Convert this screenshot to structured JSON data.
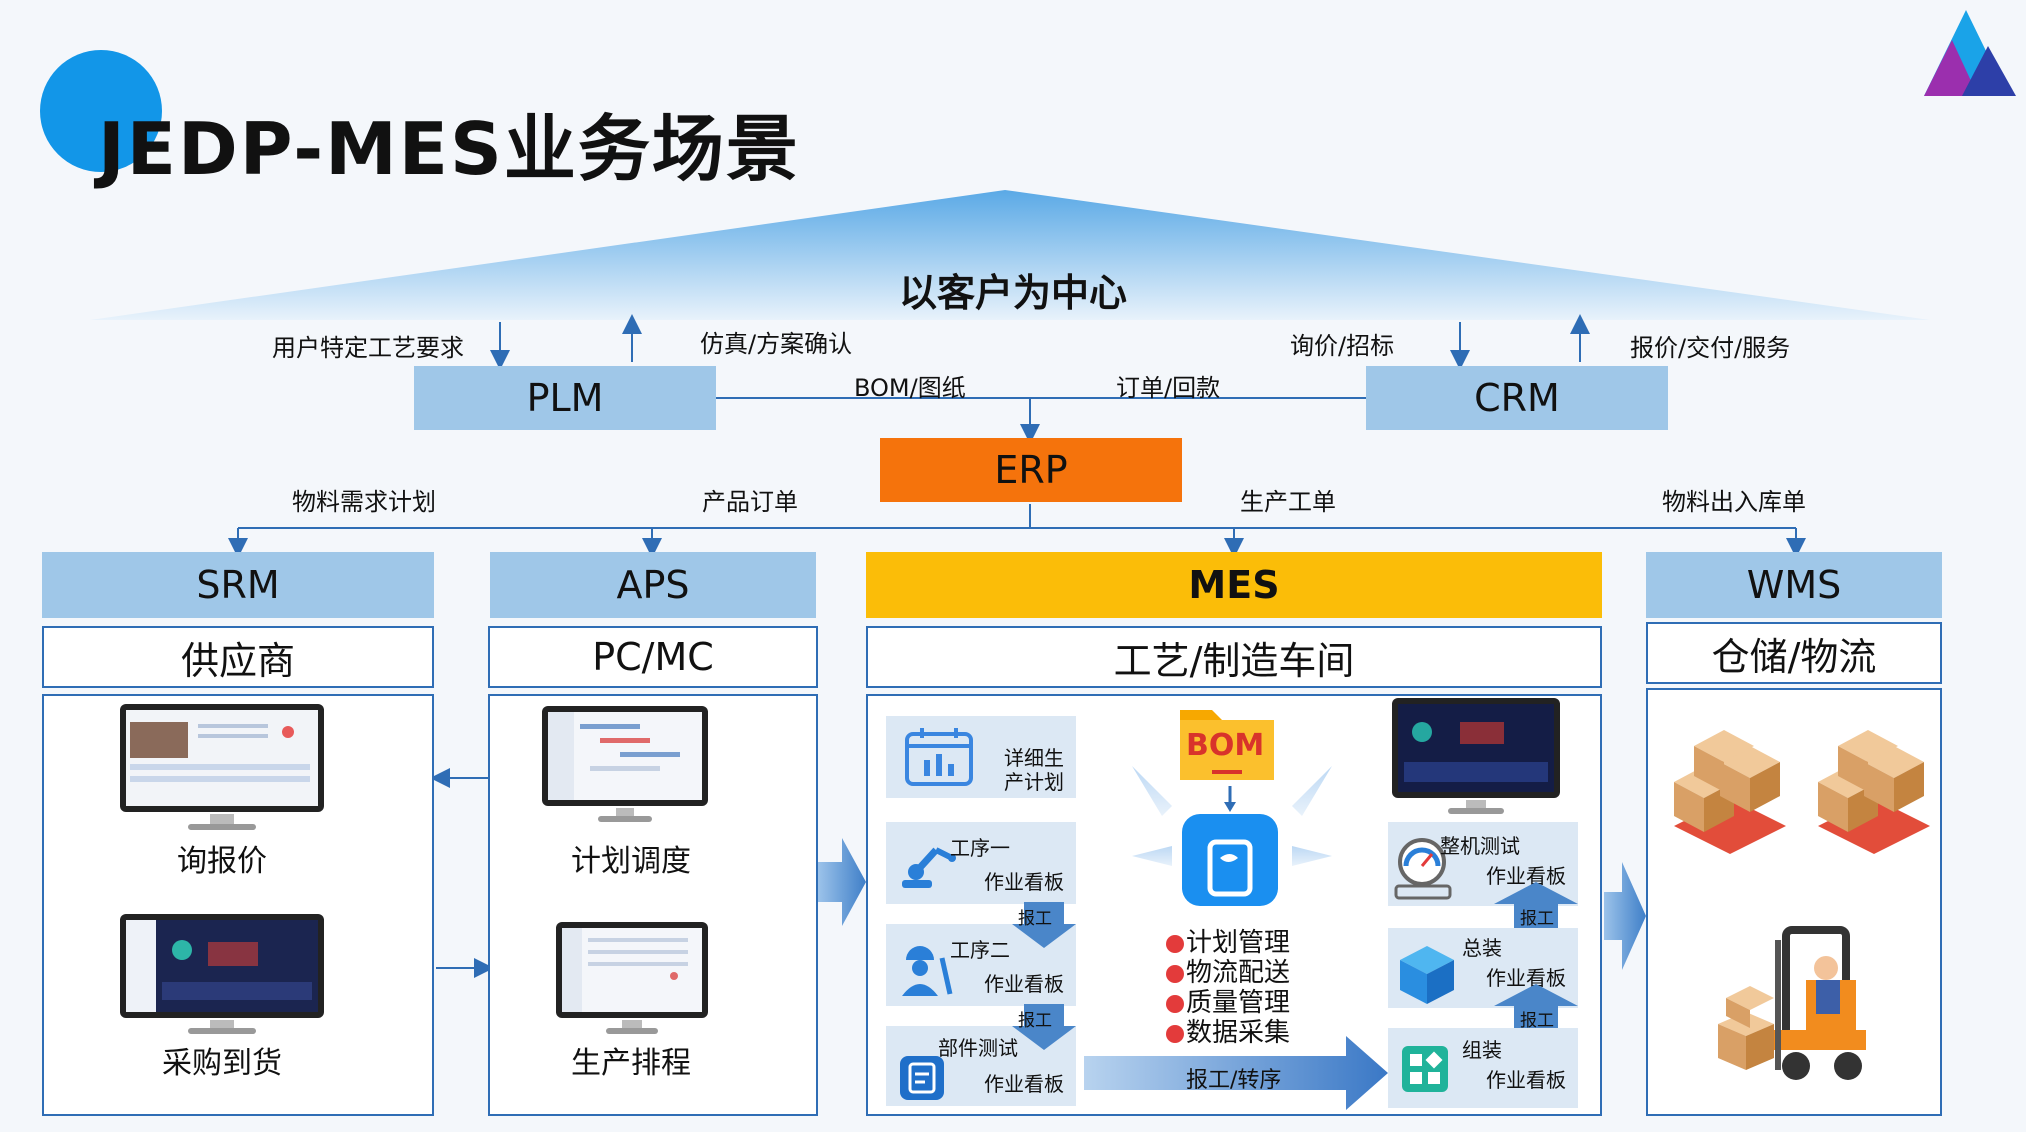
{
  "title": "JEDP-MES业务场景",
  "roof_label": "以客户为中心",
  "flow_labels": {
    "plm_req": "用户特定工艺要求",
    "plm_sim": "仿真/方案确认",
    "crm_inq": "询价/招标",
    "crm_quote": "报价/交付/服务",
    "bom": "BOM/图纸",
    "order": "订单/回款",
    "srm_mrp": "物料需求计划",
    "aps_order": "产品订单",
    "mes_wo": "生产工单",
    "wms_io": "物料出入库单"
  },
  "systems": {
    "plm": "PLM",
    "crm": "CRM",
    "erp": "ERP",
    "srm": "SRM",
    "aps": "APS",
    "mes": "MES",
    "wms": "WMS"
  },
  "subheaders": {
    "srm": "供应商",
    "aps": "PC/MC",
    "mes": "工艺/制造车间",
    "wms": "仓储/物流"
  },
  "srm_items": [
    "询报价",
    "采购到货"
  ],
  "aps_items": [
    "计划调度",
    "生产排程"
  ],
  "mes": {
    "detail_plan": [
      "详细生",
      "产计划"
    ],
    "left_cards": [
      {
        "title": "工序一",
        "sub": "作业看板"
      },
      {
        "title": "工序二",
        "sub": "作业看板"
      },
      {
        "title": "部件测试",
        "sub": "作业看板"
      }
    ],
    "right_cards": [
      {
        "title": "整机测试",
        "sub": "作业看板"
      },
      {
        "title": "总装",
        "sub": "作业看板"
      },
      {
        "title": "组装",
        "sub": "作业看板"
      }
    ],
    "report": "报工",
    "bom_folder": "BOM",
    "functions": [
      "计划管理",
      "物流配送",
      "质量管理",
      "数据采集"
    ],
    "transfer": "报工/转序"
  },
  "colors": {
    "system_blue": "#9fc7e8",
    "erp_orange": "#f5730c",
    "mes_yellow": "#fbbd08",
    "outline_blue": "#2f6db5",
    "card_bg": "#dce8f4"
  }
}
